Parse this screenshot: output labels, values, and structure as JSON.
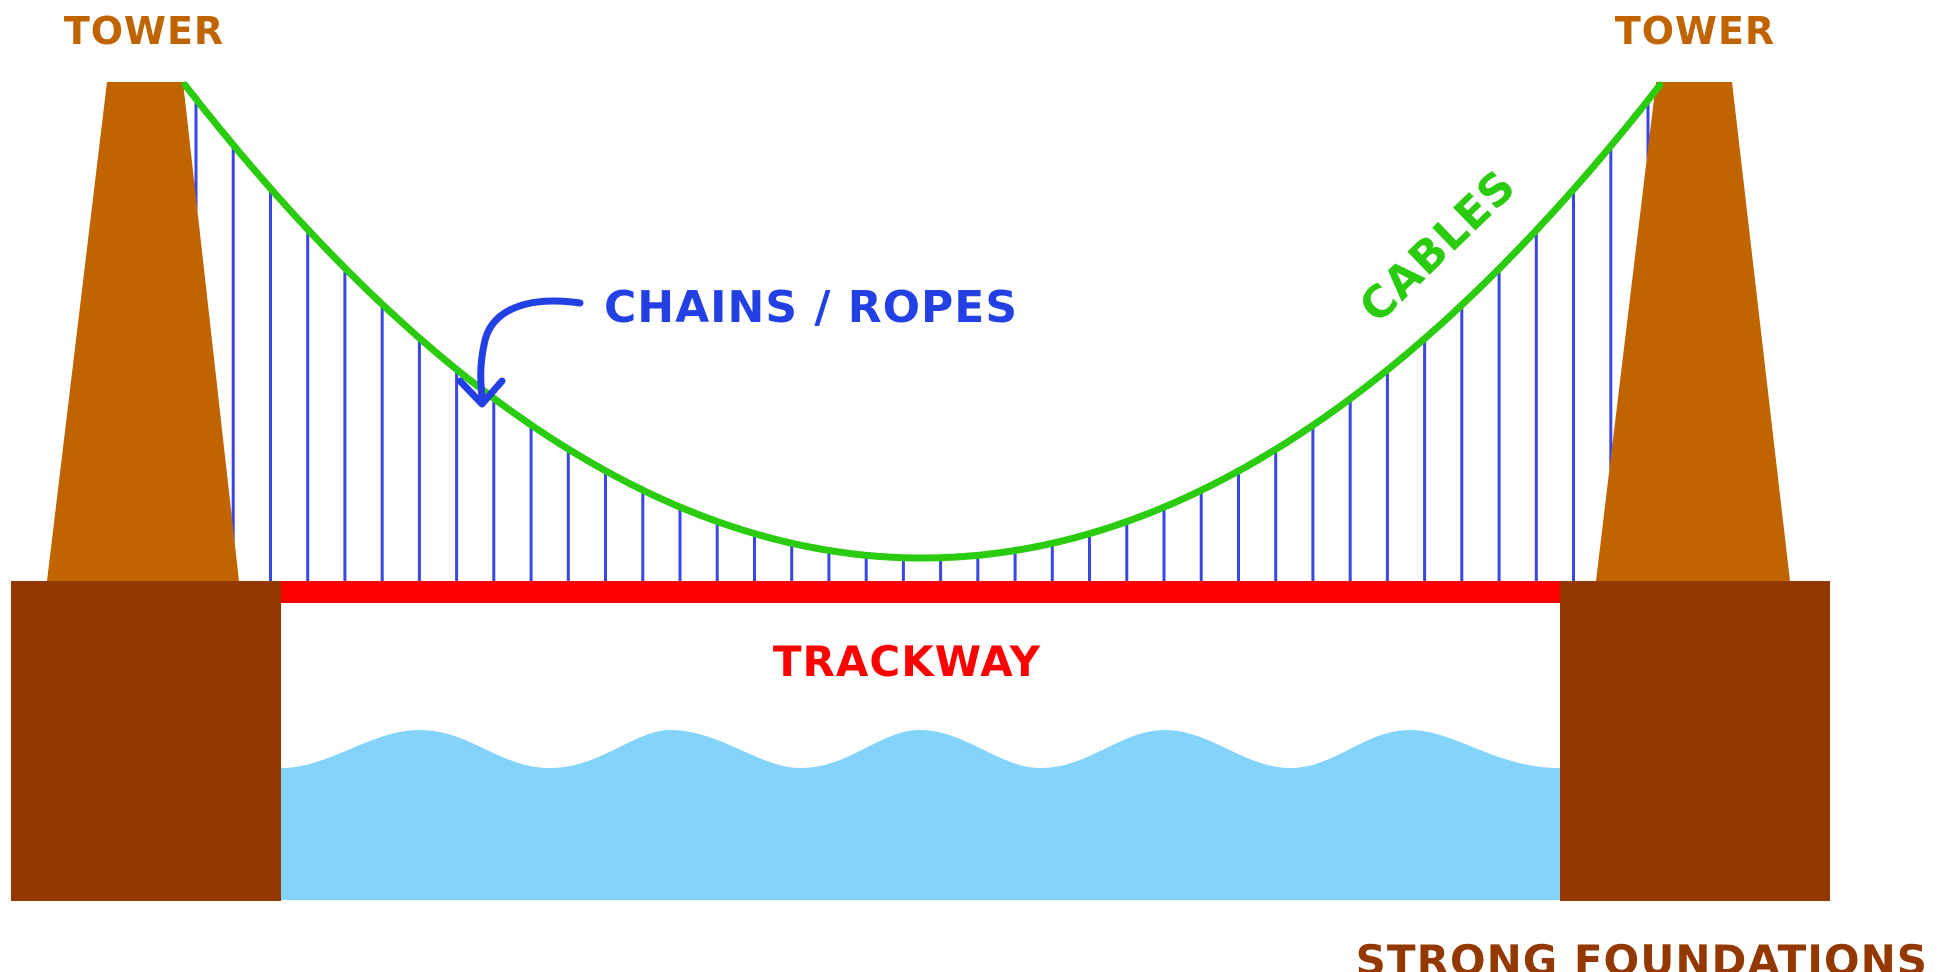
{
  "labels": {
    "tower_left": "TOWER",
    "tower_right": "TOWER",
    "chains": "CHAINS / ROPES",
    "cables": "CABLES",
    "trackway": "TRACKWAY",
    "foundations": "STRONG FOUNDATIONS"
  },
  "colors": {
    "tower": "#C06400",
    "foundation": "#933900",
    "cable": "#2BCB10",
    "hanger": "#3B46E4",
    "chains_label": "#2340E4",
    "trackway": "#FF0000",
    "water": "#83D3FB",
    "background": "#FFFFFF"
  },
  "hanger_count": 40
}
